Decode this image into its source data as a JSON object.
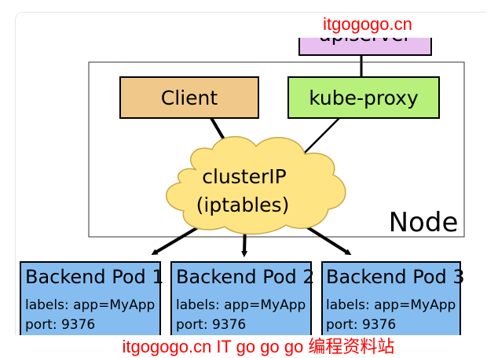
{
  "watermark_top": "itgogogo.cn",
  "watermark_bottom": "itgogogo.cn IT go go go 编程资料站",
  "apiserver": {
    "label": "apiserver"
  },
  "node": {
    "label": "Node"
  },
  "client": {
    "label": "Client"
  },
  "kube_proxy": {
    "label": "kube-proxy"
  },
  "cluster_ip": {
    "line1": "clusterIP",
    "line2": "(iptables)"
  },
  "pods": [
    {
      "title": "Backend Pod 1",
      "labels": "labels: app=MyApp",
      "port": "port: 9376"
    },
    {
      "title": "Backend Pod 2",
      "labels": "labels: app=MyApp",
      "port": "port: 9376"
    },
    {
      "title": "Backend Pod 3",
      "labels": "labels: app=MyApp",
      "port": "port: 9376"
    }
  ],
  "colors": {
    "apiserver_fill": "#e8c0f0",
    "client_fill": "#f0c98a",
    "kube_proxy_fill": "#b8f07c",
    "cloud_fill": "#ffe484",
    "pod_fill": "#86bdf0",
    "watermark": "#ff0000"
  }
}
